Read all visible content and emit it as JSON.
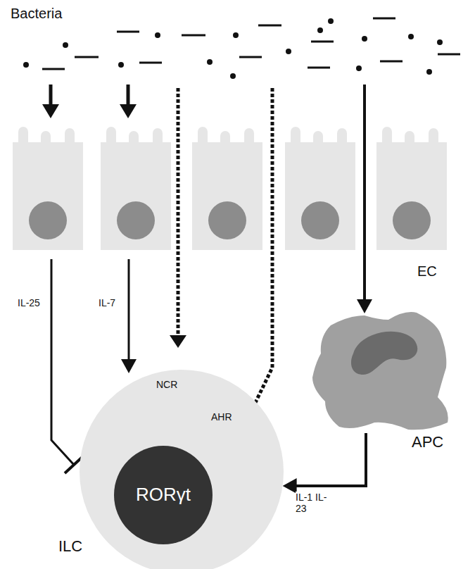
{
  "diagram": {
    "nodes": [
      {
        "text": [
          "ILC"
        ]
      },
      {
        "text": [
          "RORγt"
        ],
        "in": 0
      },
      {
        "text": [
          "APC"
        ]
      }
    ],
    "edges": [
      {
        "from": 2,
        "to": 0,
        "label": "IL-1 IL-23",
        "arrow": "to"
      }
    ],
    "labels": [
      "Bacteria",
      "IL-25",
      "IL-7",
      "NCR",
      "AHR",
      "EC"
    ]
  }
}
